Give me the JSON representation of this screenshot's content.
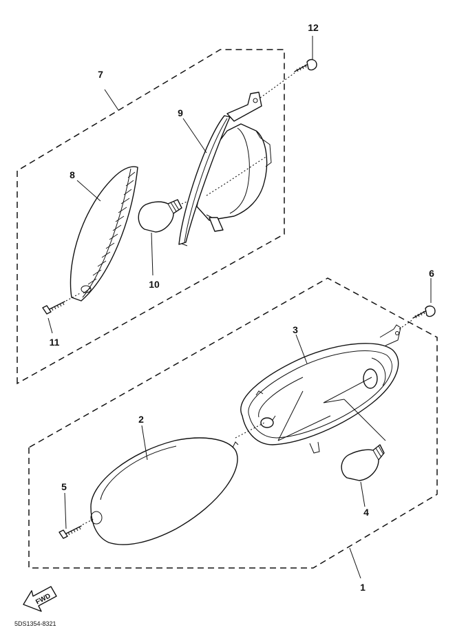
{
  "callouts": {
    "c1": "1",
    "c2": "2",
    "c3": "3",
    "c4": "4",
    "c5": "5",
    "c6": "6",
    "c7": "7",
    "c8": "8",
    "c9": "9",
    "c10": "10",
    "c11": "11",
    "c12": "12"
  },
  "direction_label": "FWD",
  "drawing_code": "5DS1354-8321"
}
